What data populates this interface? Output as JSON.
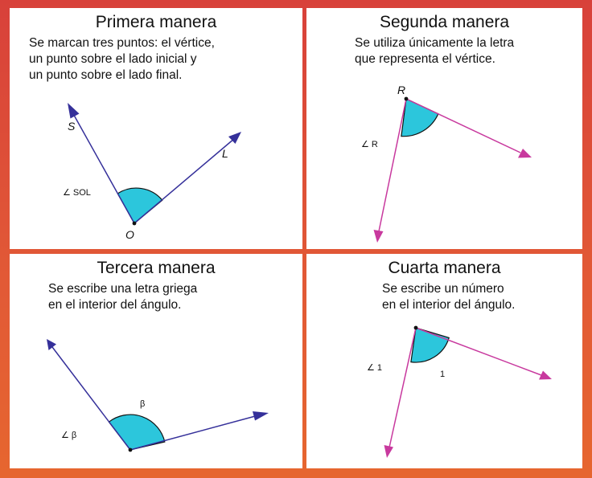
{
  "colors": {
    "frame": "#e04a37",
    "angle_fill": "#2cc6dc",
    "ray_blue": "#35309a",
    "ray_pink": "#c8399e"
  },
  "panels": [
    {
      "title": "Primera manera",
      "description": "Se marcan tres puntos: el vértice,\nun punto sobre el lado inicial y\nun punto sobre el lado final.",
      "labels": {
        "start": "S",
        "end": "L",
        "vertex": "O",
        "notation": "∠ SOL"
      }
    },
    {
      "title": "Segunda manera",
      "description": "Se utiliza únicamente la letra\nque representa el vértice.",
      "labels": {
        "vertex": "R",
        "notation": "∠ R"
      }
    },
    {
      "title": "Tercera manera",
      "description": "Se escribe una letra griega\nen el interior del ángulo.",
      "labels": {
        "inside": "β",
        "notation": "∠ β"
      }
    },
    {
      "title": "Cuarta manera",
      "description": "Se escribe un número\nen el interior del ángulo.",
      "labels": {
        "inside": "1",
        "notation": "∠ 1"
      }
    }
  ]
}
